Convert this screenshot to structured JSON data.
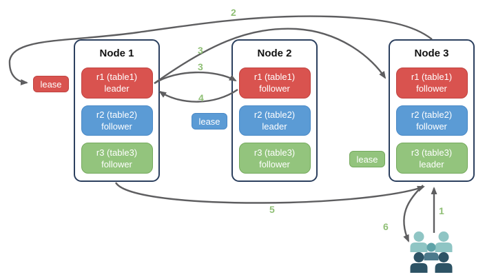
{
  "colors": {
    "red": "#d9534f",
    "red-border": "#bf4340",
    "blue": "#5b9bd5",
    "blue-border": "#4a89c6",
    "green": "#93c47d",
    "green-border": "#74a85c",
    "node-border": "#2b3f5e",
    "arrow": "#5e5e60",
    "step": "#8fbf75",
    "users-light": "#8fc5c4",
    "users-mid": "#5fa3a8",
    "users-mid-body": "#4d7a8c",
    "users-dark": "#2d5365"
  },
  "nodes": [
    {
      "title": "Node 1",
      "replicas": [
        {
          "name": "r1 (table1)",
          "role": "leader",
          "color": "red"
        },
        {
          "name": "r2 (table2)",
          "role": "follower",
          "color": "blue"
        },
        {
          "name": "r3 (table3)",
          "role": "follower",
          "color": "green"
        }
      ]
    },
    {
      "title": "Node 2",
      "replicas": [
        {
          "name": "r1 (table1)",
          "role": "follower",
          "color": "red"
        },
        {
          "name": "r2 (table2)",
          "role": "leader",
          "color": "blue"
        },
        {
          "name": "r3 (table3)",
          "role": "follower",
          "color": "green"
        }
      ]
    },
    {
      "title": "Node 3",
      "replicas": [
        {
          "name": "r1 (table1)",
          "role": "follower",
          "color": "red"
        },
        {
          "name": "r2 (table2)",
          "role": "follower",
          "color": "blue"
        },
        {
          "name": "r3 (table3)",
          "role": "leader",
          "color": "green"
        }
      ]
    }
  ],
  "leases": [
    {
      "label": "lease",
      "color": "red"
    },
    {
      "label": "lease",
      "color": "blue"
    },
    {
      "label": "lease",
      "color": "green"
    }
  ],
  "steps": {
    "one": "1",
    "two": "2",
    "three_a": "3",
    "three_b": "3",
    "four": "4",
    "five": "5",
    "six": "6"
  },
  "icons": {
    "users": "users-group-icon"
  }
}
